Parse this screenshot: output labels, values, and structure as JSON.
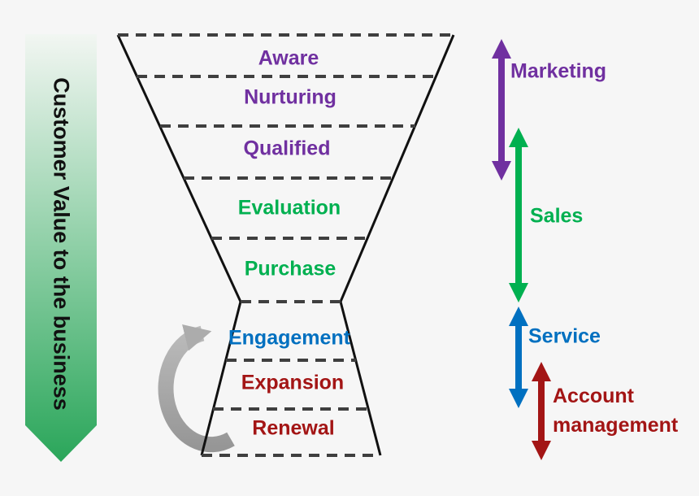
{
  "background_color": "#f6f6f6",
  "value_arrow": {
    "label": "Customer Value to the business",
    "gradient_top": "#f2f6f2",
    "gradient_mid": "#8ecfa6",
    "gradient_bottom": "#2aa65a",
    "text_color": "#111111"
  },
  "funnel": {
    "line_color": "#111111",
    "divider_color": "#3f3f3f",
    "stages": [
      {
        "label": "Aware",
        "color": "#7030a0"
      },
      {
        "label": "Nurturing",
        "color": "#7030a0"
      },
      {
        "label": "Qualified",
        "color": "#7030a0"
      },
      {
        "label": "Evaluation",
        "color": "#00b050"
      },
      {
        "label": "Purchase",
        "color": "#00b050"
      },
      {
        "label": "Engagement",
        "color": "#0070c0"
      },
      {
        "label": "Expansion",
        "color": "#a31515"
      },
      {
        "label": "Renewal",
        "color": "#a31515"
      }
    ]
  },
  "loop_arrow": {
    "color": "#acacac"
  },
  "side_arrows": [
    {
      "label": "Marketing",
      "color": "#7030a0"
    },
    {
      "label": "Sales",
      "color": "#00b050"
    },
    {
      "label": "Service",
      "color": "#0070c0"
    },
    {
      "line1": "Account",
      "line2": "management",
      "color": "#a31515"
    }
  ]
}
